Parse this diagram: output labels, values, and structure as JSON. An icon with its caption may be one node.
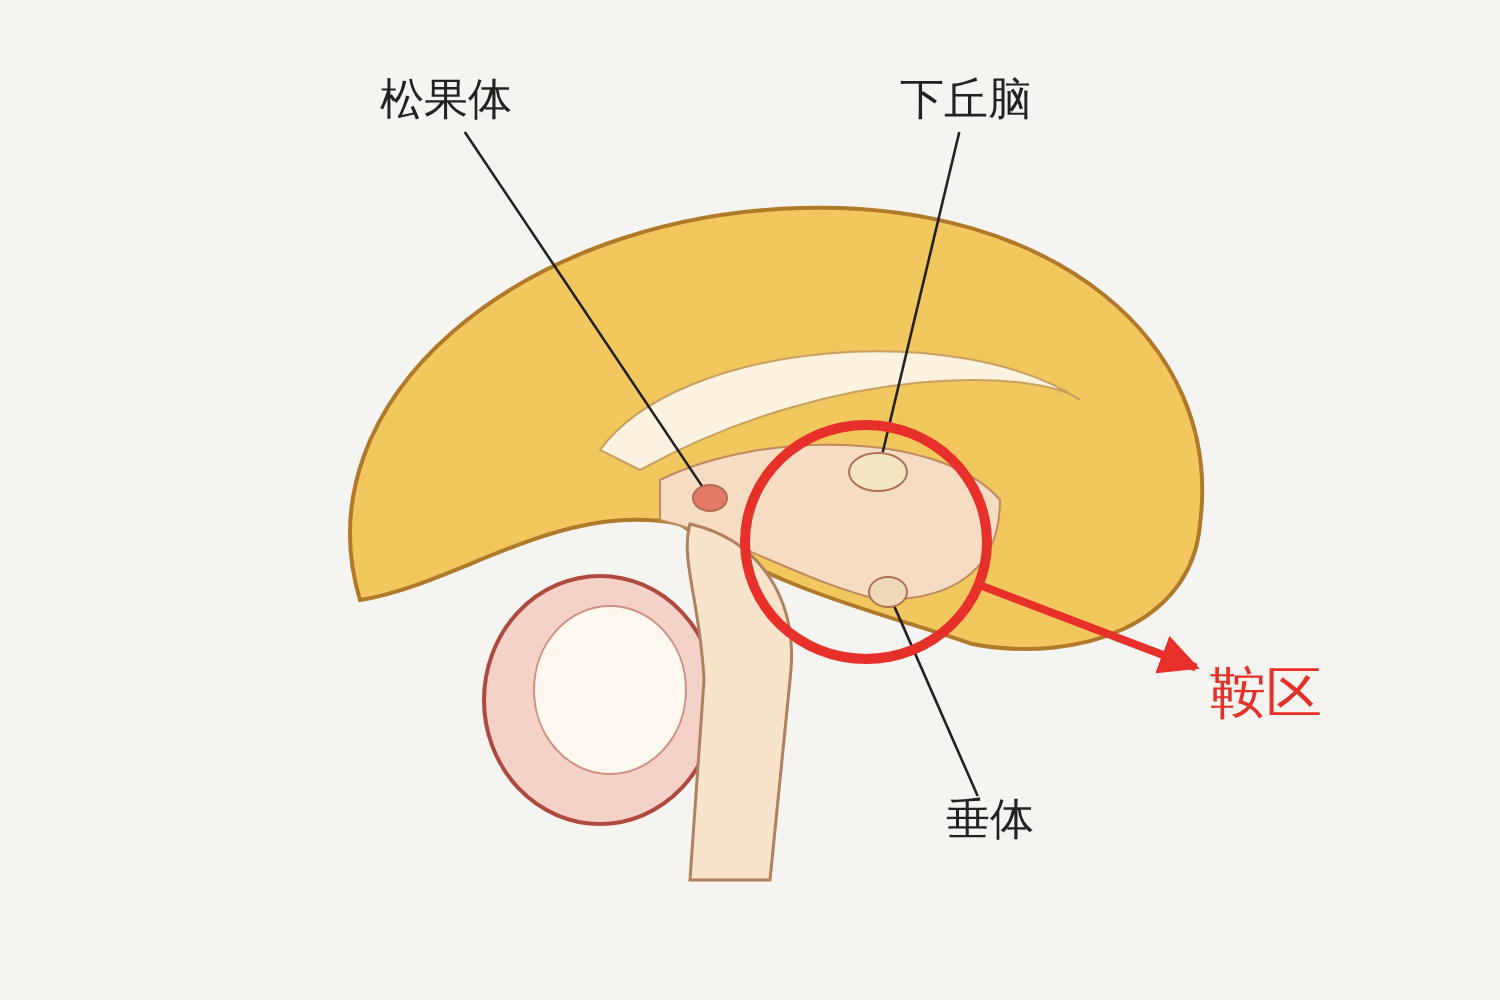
{
  "diagram": {
    "nodes": [
      {
        "text": [
          "松果体"
        ]
      },
      {
        "text": [],
        "shape": "circle"
      },
      {
        "text": [
          "下丘脑"
        ]
      },
      {
        "text": [],
        "shape": "circle",
        "in": 6
      },
      {
        "text": [
          "垂体"
        ]
      },
      {
        "text": [],
        "shape": "circle",
        "in": 6
      },
      {
        "text": [],
        "shape": "circle"
      },
      {
        "text": [
          "鞍区"
        ]
      }
    ],
    "edges": [
      {
        "from": 0,
        "to": 1,
        "arrow": "none"
      },
      {
        "from": 2,
        "to": 3,
        "arrow": "none"
      },
      {
        "from": 4,
        "to": 5,
        "arrow": "none"
      },
      {
        "from": 6,
        "to": 7,
        "arrow": "to",
        "style": "thick",
        "color": "#e8302a"
      }
    ]
  }
}
